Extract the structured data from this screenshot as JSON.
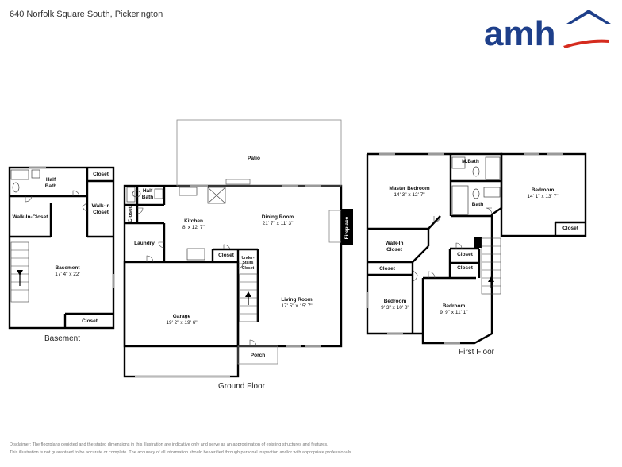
{
  "address": "640 Norfolk Square South, Pickerington",
  "logo": {
    "text": "amh",
    "color": "#1e3f8a",
    "accent": "#d52b1e"
  },
  "floors": {
    "basement": "Basement",
    "ground": "Ground Floor",
    "first": "First Floor"
  },
  "rooms": {
    "half_bath_b": "Half Bath",
    "closet_b1": "Closet",
    "walkin_b_closet": "Walk-In-Closet",
    "walkin_b2": "Walk-In Closet",
    "basement": {
      "name": "Basement",
      "dim": "17' 4\" x 22'"
    },
    "closet_b2": "Closet",
    "patio": "Patio",
    "closet_g1": "Closet",
    "half_bath_g": "Half Bath",
    "kitchen": {
      "name": "Kitchen",
      "dim": "8' x 12' 7\""
    },
    "dining": {
      "name": "Dining Room",
      "dim": "21' 7\" x 11' 3\""
    },
    "fireplace": "Fireplace",
    "laundry": "Laundry",
    "closet_g2": "Closet",
    "understairs": "Under-Stairs Closet",
    "living": {
      "name": "Living Room",
      "dim": "17' 5\" x 15' 7\""
    },
    "garage": {
      "name": "Garage",
      "dim": "19' 2\" x 19' 6\""
    },
    "porch": "Porch",
    "master": {
      "name": "Master Bedroom",
      "dim": "14' 3\" x 12' 7\""
    },
    "mbath": "M.Bath",
    "bedroom1": {
      "name": "Bedroom",
      "dim": "14' 1\" x 13' 7\""
    },
    "bath": "Bath",
    "closet_f1": "Closet",
    "walkin_f": "Walk-In Closet",
    "closet_f2": "Closet",
    "closet_f3": "Closet",
    "closet_f4": "Closet",
    "bedroom2": {
      "name": "Bedroom",
      "dim": "9' 3\" x 10' 8\""
    },
    "bedroom3": {
      "name": "Bedroom",
      "dim": "9' 9\" x 11' 1\""
    }
  },
  "disclaimer1": "Disclaimer: The floorplans depicted and the stated dimensions in this illustration are indicative only and serve as an approximation of existing structures and features.",
  "disclaimer2": "This illustration is not guaranteed to be accurate or complete. The accuracy of all information should be verified through personal inspection and/or with appropriate professionals."
}
